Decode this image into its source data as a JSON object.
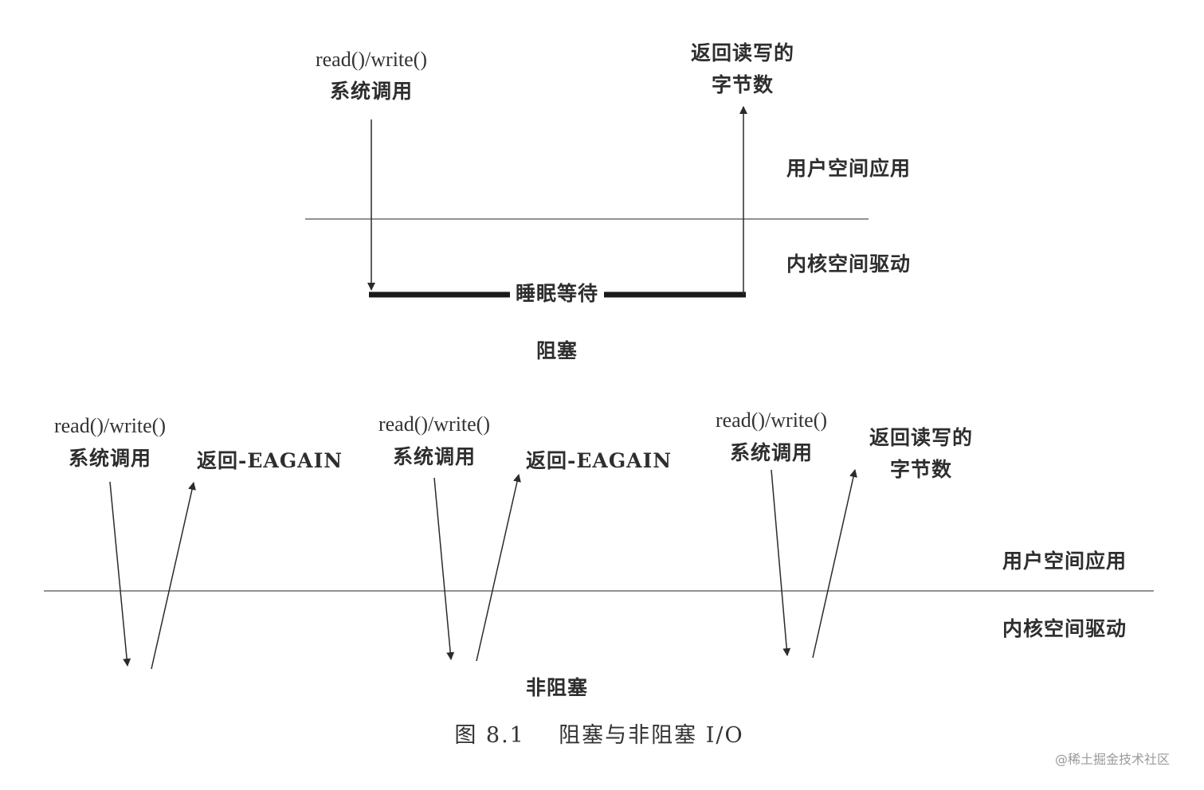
{
  "blocking": {
    "call_line1": "read()/write()",
    "call_line2": "系统调用",
    "return_line1": "返回读写的",
    "return_line2": "字节数",
    "user_space": "用户空间应用",
    "kernel_space": "内核空间驱动",
    "sleep_label": "睡眠等待",
    "title": "阻塞"
  },
  "nonblocking": {
    "calls": [
      {
        "line1": "read()/write()",
        "line2": "系统调用",
        "return_text": "返回-EAGAIN"
      },
      {
        "line1": "read()/write()",
        "line2": "系统调用",
        "return_text": "返回-EAGAIN"
      },
      {
        "line1": "read()/write()",
        "line2": "系统调用",
        "return_line1": "返回读写的",
        "return_line2": "字节数"
      }
    ],
    "user_space": "用户空间应用",
    "kernel_space": "内核空间驱动",
    "title": "非阻塞"
  },
  "caption": "图 8.1    阻塞与非阻塞 I/O",
  "watermark": "@稀土掘金技术社区",
  "colors": {
    "line": "#2b2b2b",
    "boundary": "#6e6e6e",
    "text": "#2e2e2e"
  }
}
